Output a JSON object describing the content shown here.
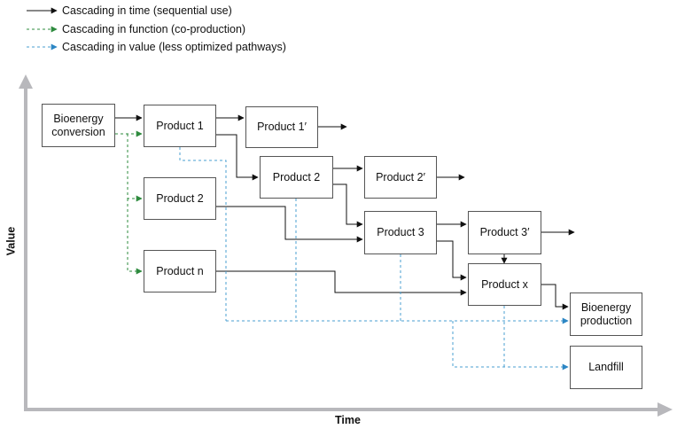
{
  "legend": [
    {
      "label": "Cascading in time (sequential use)",
      "color": "#111111",
      "style": "solid"
    },
    {
      "label": "Cascading in function (co-production)",
      "color": "#2e8b3e",
      "style": "dashed"
    },
    {
      "label": "Cascading in value (less optimized pathways)",
      "color": "#4a9fd0",
      "style": "dashed"
    }
  ],
  "axes": {
    "y_label": "Value",
    "x_label": "Time",
    "color": "#b8b8bc"
  },
  "nodes": {
    "bioenergy_conversion": "Bioenergy conversion",
    "product_1": "Product 1",
    "product_1p": "Product 1′",
    "product_2": "Product 2",
    "product_2p": "Product 2′",
    "product_n": "Product n",
    "product_2b": "Product 2",
    "product_3": "Product 3",
    "product_3p": "Product 3′",
    "product_x": "Product x",
    "bioenergy_production": "Bioenergy production",
    "landfill": "Landfill"
  }
}
